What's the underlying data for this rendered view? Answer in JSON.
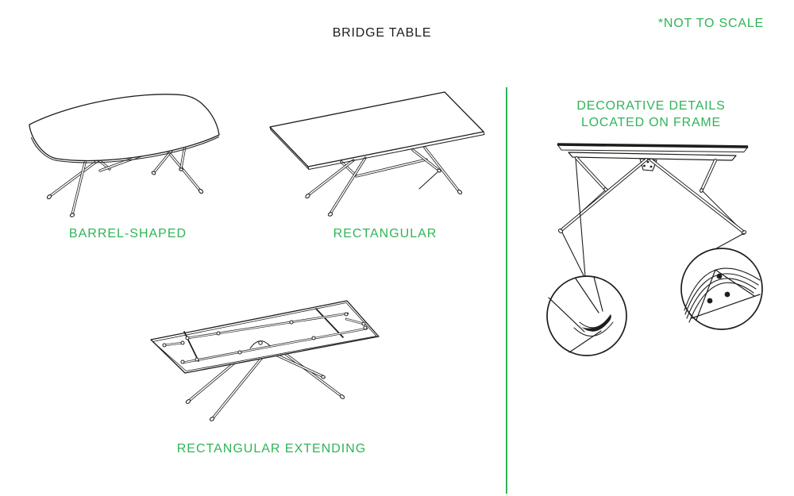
{
  "header": {
    "title": "BRIDGE TABLE",
    "scale_note": "*NOT TO SCALE"
  },
  "colors": {
    "accent": "#2fb457",
    "ink": "#1d1d1b",
    "background": "#ffffff"
  },
  "variants": [
    {
      "label": "BARREL-SHAPED",
      "illustration": "barrel-shaped-table-line-drawing"
    },
    {
      "label": "RECTANGULAR",
      "illustration": "rectangular-table-line-drawing"
    },
    {
      "label": "RECTANGULAR EXTENDING",
      "illustration": "rectangular-extending-table-line-drawing"
    }
  ],
  "details_panel": {
    "heading": [
      "DECORATIVE DETAILS",
      "LOCATED ON FRAME"
    ],
    "illustration": "table-front-view-with-magnified-foot-and-frame-details"
  }
}
